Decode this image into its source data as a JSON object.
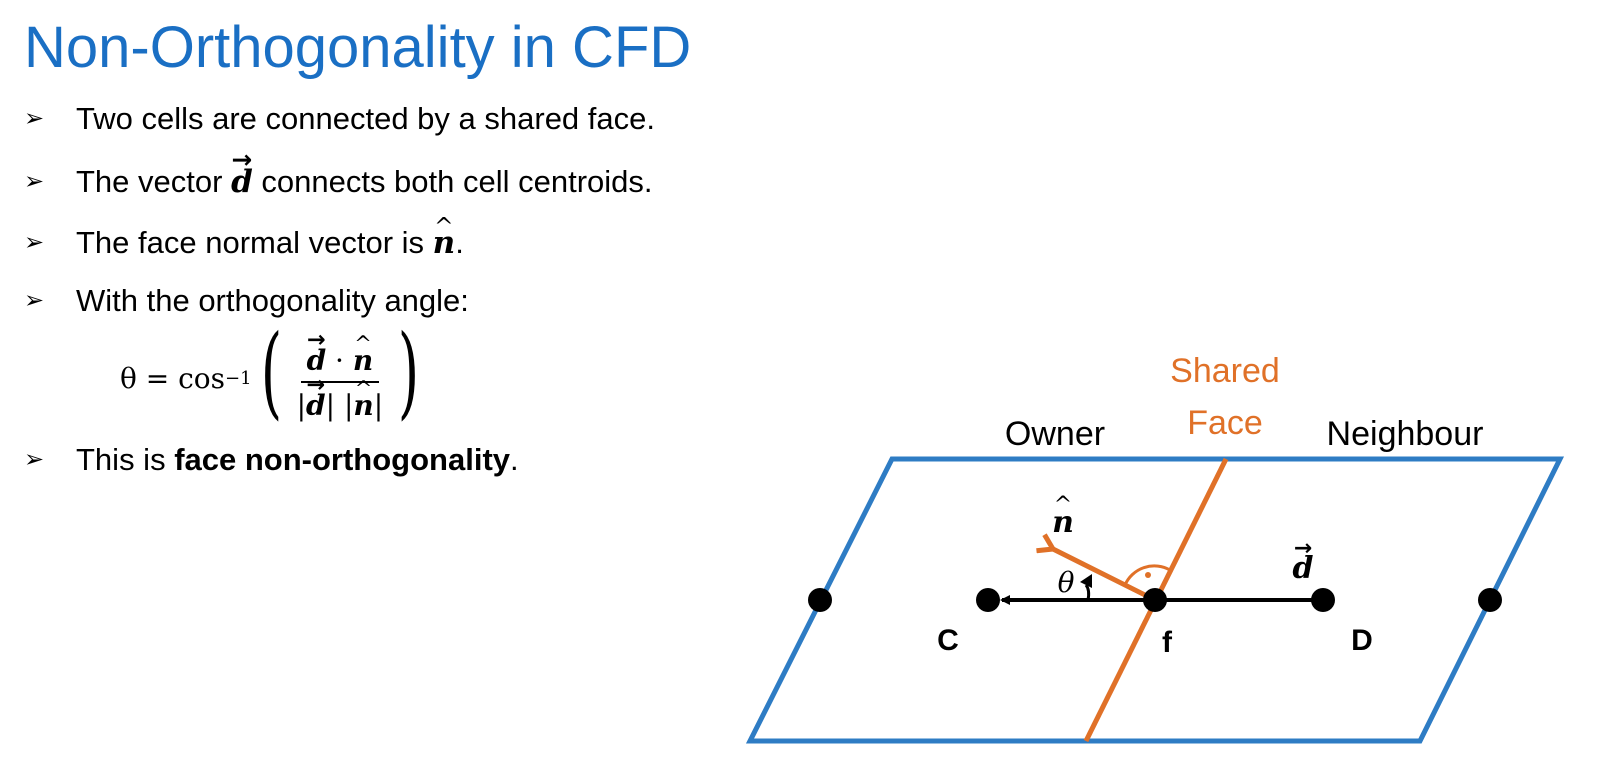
{
  "title": "Non-Orthogonality in CFD",
  "bullets": {
    "b1": "Two cells are connected by a shared face.",
    "b2_pre": "The vector ",
    "b2_sym": "d",
    "b2_post": " connects both cell centroids.",
    "b3_pre": "The face normal vector is ",
    "b3_sym": "n",
    "b3_post": ".",
    "b4": "With the orthogonality angle:",
    "b5_pre": "This is ",
    "b5_bold": "face non-orthogonality",
    "b5_post": "."
  },
  "formula": {
    "lhs": "θ = cos",
    "exp": "−1",
    "numerator_d": "d",
    "dot": " · ",
    "numerator_n": "n",
    "den_d": "d",
    "den_n": "n"
  },
  "diagram": {
    "label_owner": "Owner",
    "label_neighbour": "Neighbour",
    "label_shared_1": "Shared",
    "label_shared_2": "Face",
    "point_c": "C",
    "point_f": "f",
    "point_d": "D",
    "vec_n": "n",
    "vec_d": "d",
    "angle": "θ",
    "colors": {
      "cell": "#2e7cc4",
      "face": "#e07128",
      "title": "#1a6fc4"
    }
  }
}
